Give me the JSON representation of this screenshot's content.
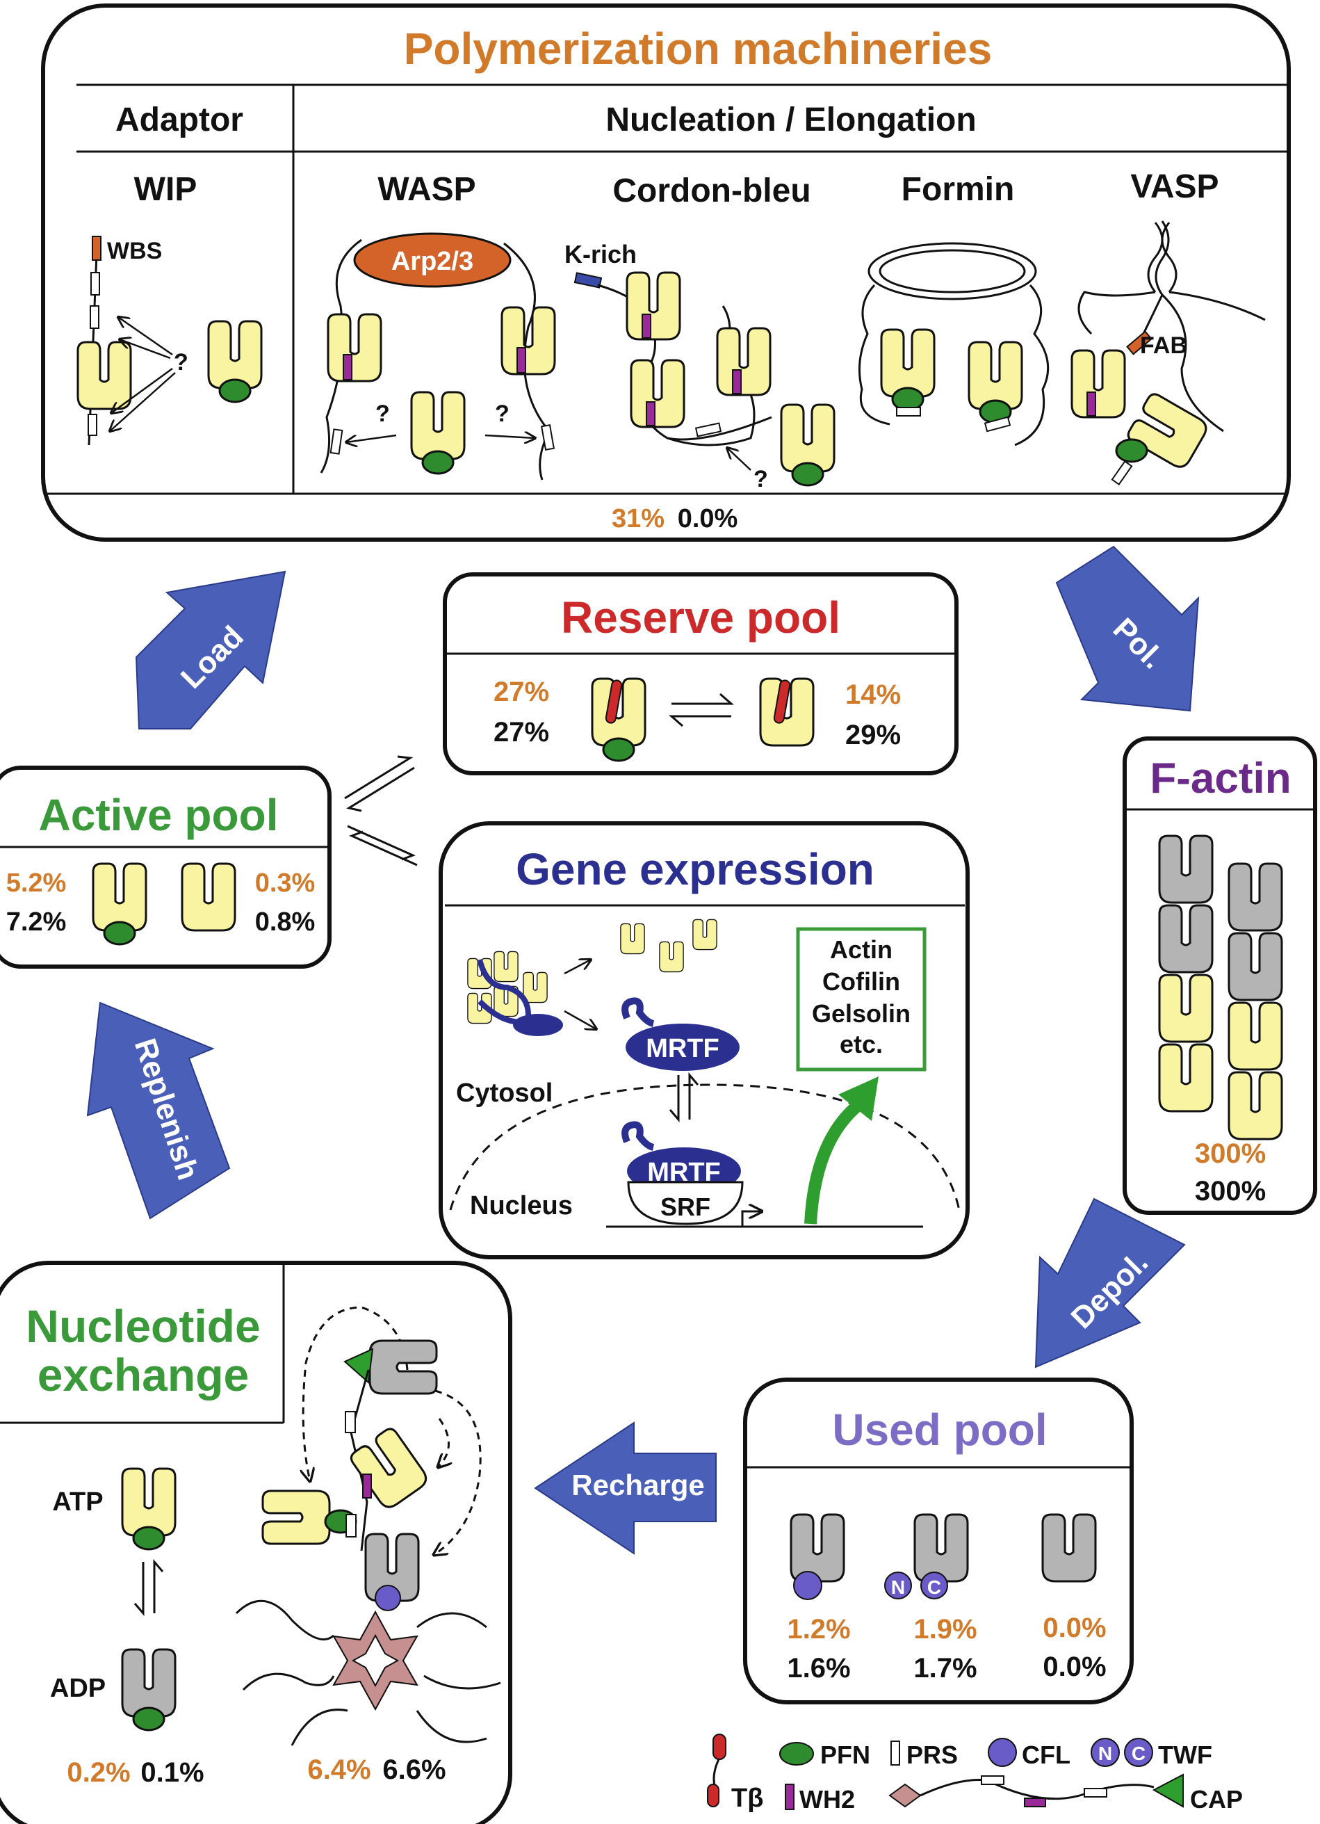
{
  "colors": {
    "orange": "#d07a2a",
    "red": "#cc2a2a",
    "green": "#3a9a3a",
    "navy": "#2b2f8f",
    "purple": "#6b2a8a",
    "lavender": "#7c6cc4",
    "arrow_blue": "#4a5fb8",
    "actin_yellow": "#f8f4a2",
    "actin_gray": "#b4b4b4",
    "pfn_green": "#2e8b2e",
    "wh2_purple": "#9a2a9a",
    "cfl_purple": "#6a5cc8",
    "wbs_orange": "#d4632a",
    "krich_blue": "#3a4aa8",
    "cap_pink": "#c79090"
  },
  "polymerization": {
    "title": "Polymerization machineries",
    "col_adaptor": "Adaptor",
    "col_nucleation": "Nucleation / Elongation",
    "wip": "WIP",
    "wasp": "WASP",
    "cordon": "Cordon-bleu",
    "formin": "Formin",
    "vasp": "VASP",
    "wbs": "WBS",
    "arp": "Arp2/3",
    "krich": "K-rich",
    "fab": "FAB",
    "q": "?",
    "pct_orange": "31%",
    "pct_black": "0.0%"
  },
  "arrows": {
    "load": "Load",
    "pol": "Pol.",
    "replenish": "Replenish",
    "depol": "Depol.",
    "recharge": "Recharge"
  },
  "reserve": {
    "title": "Reserve pool",
    "left_orange": "27%",
    "left_black": "27%",
    "right_orange": "14%",
    "right_black": "29%"
  },
  "active": {
    "title": "Active pool",
    "left_orange": "5.2%",
    "left_black": "7.2%",
    "right_orange": "0.3%",
    "right_black": "0.8%"
  },
  "gene": {
    "title": "Gene expression",
    "mrtf": "MRTF",
    "srf": "SRF",
    "cytosol": "Cytosol",
    "nucleus": "Nucleus",
    "targets": [
      "Actin",
      "Cofilin",
      "Gelsolin",
      "etc."
    ]
  },
  "factin": {
    "title": "F-actin",
    "pct_orange": "300%",
    "pct_black": "300%"
  },
  "nucleotide": {
    "title_line1": "Nucleotide",
    "title_line2": "exchange",
    "atp": "ATP",
    "adp": "ADP",
    "left_orange": "0.2%",
    "left_black": "0.1%",
    "right_orange": "6.4%",
    "right_black": "6.6%"
  },
  "used": {
    "title": "Used pool",
    "a_orange": "1.2%",
    "a_black": "1.6%",
    "b_orange": "1.9%",
    "b_black": "1.7%",
    "c_orange": "0.0%",
    "c_black": "0.0%",
    "n": "N",
    "c": "C"
  },
  "legend": {
    "pfn": "PFN",
    "prs": "PRS",
    "cfl": "CFL",
    "twf": "TWF",
    "tb": "Tβ",
    "wh2": "WH2",
    "cap": "CAP"
  }
}
